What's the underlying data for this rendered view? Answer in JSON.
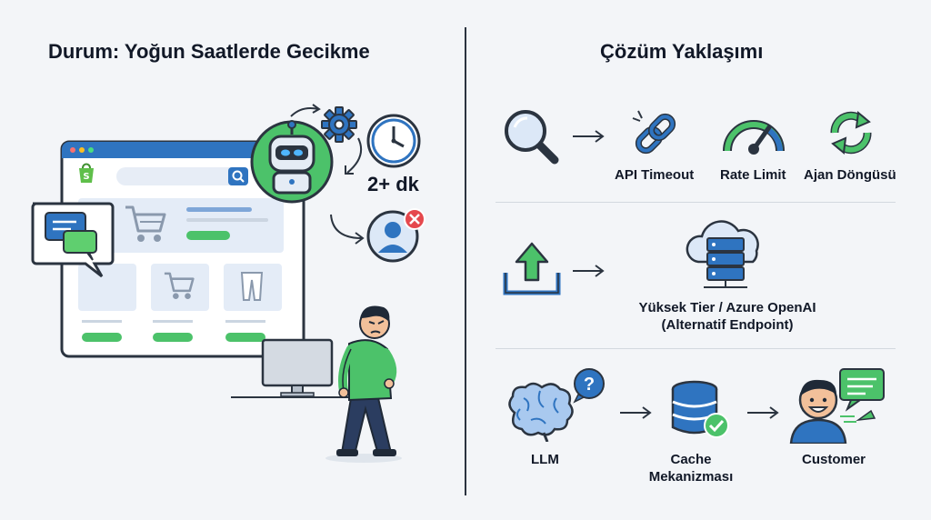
{
  "left_panel": {
    "title": "Durum: Yoğun Saatlerde Gecikme",
    "delay_label": "2+ dk"
  },
  "right_panel": {
    "title": "Çözüm Yaklaşımı",
    "row1": {
      "labels": [
        "API Timeout",
        "Rate Limit",
        "Ajan Döngüsü"
      ]
    },
    "row2": {
      "label_line1": "Yüksek Tier / Azure OpenAI",
      "label_line2": "(Alternatif Endpoint)"
    },
    "row3": {
      "llm_label": "LLM",
      "cache_label_line1": "Cache",
      "cache_label_line2": "Mekanizması",
      "customer_label": "Customer"
    }
  },
  "colors": {
    "primary_blue": "#2f74c0",
    "green": "#3fb950",
    "dark": "#1f2937",
    "red": "#e5484d"
  },
  "icons": [
    "shopify-bag-icon",
    "search-icon",
    "cart-icon",
    "chat-bubbles-icon",
    "robot-icon",
    "gear-icon",
    "clock-icon",
    "user-error-icon",
    "frustrated-person-icon",
    "monitor-icon",
    "magnifier-icon",
    "arrow-right-icon",
    "chain-link-icon",
    "speedometer-icon",
    "refresh-icon",
    "upload-icon",
    "cloud-server-icon",
    "brain-icon",
    "question-bubble-icon",
    "database-check-icon",
    "happy-customer-icon",
    "reply-chat-icon"
  ]
}
